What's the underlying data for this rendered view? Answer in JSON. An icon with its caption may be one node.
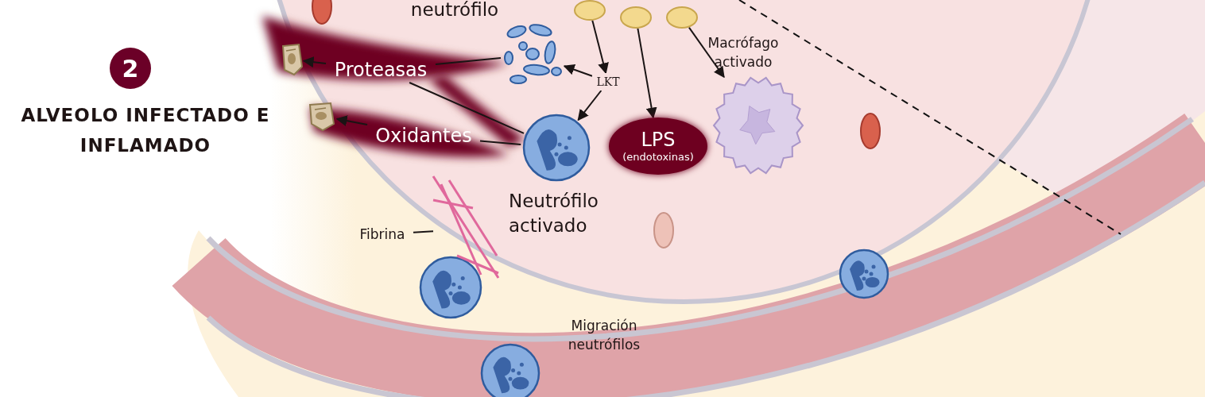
{
  "diagram": {
    "title": "ALVEOLO INFECTADO E INFLAMADO",
    "nodes": [
      {
        "text": [
          "2"
        ]
      },
      {
        "text": [],
        "shape": "circle"
      },
      {
        "text": [],
        "shape": "circle"
      },
      {
        "text": [],
        "shape": "circle"
      },
      {
        "text": [],
        "shape": "picture",
        "beside": [
          "Macrófago activado"
        ]
      },
      {
        "text": [
          "Proteasas"
        ]
      },
      {
        "text": [],
        "shape": "picture"
      },
      {
        "text": [
          "LKT"
        ]
      },
      {
        "text": [
          "LPS",
          "(endotoxinas)"
        ]
      },
      {
        "text": [],
        "shape": "picture"
      },
      {
        "text": [
          "Oxidantes"
        ]
      },
      {
        "text": [],
        "shape": "picture"
      },
      {
        "text": [],
        "shape": "picture",
        "beside": [
          "Neutrófilo activado"
        ]
      },
      {
        "text": [
          "Fibrina"
        ]
      },
      {
        "text": [],
        "shape": "picture"
      }
    ],
    "edges": [
      {
        "from": 1,
        "to": 7,
        "arrow": "to"
      },
      {
        "from": 2,
        "to": 8,
        "arrow": "to"
      },
      {
        "from": 3,
        "to": 4,
        "arrow": "to"
      },
      {
        "from": 5,
        "to": 9,
        "arrow": "to"
      },
      {
        "from": 6,
        "to": 5,
        "arrow": "none"
      },
      {
        "from": 7,
        "to": 6,
        "arrow": "to"
      },
      {
        "from": 7,
        "to": 12,
        "arrow": "to"
      },
      {
        "from": 12,
        "to": 5,
        "arrow": "none"
      },
      {
        "from": 10,
        "to": 11,
        "arrow": "to"
      },
      {
        "from": 12,
        "to": 10,
        "arrow": "none"
      },
      {
        "from": 13,
        "to": 14,
        "arrow": "none"
      }
    ],
    "labels": [
      "neutrófilo",
      "Migración neutrófilos"
    ]
  }
}
